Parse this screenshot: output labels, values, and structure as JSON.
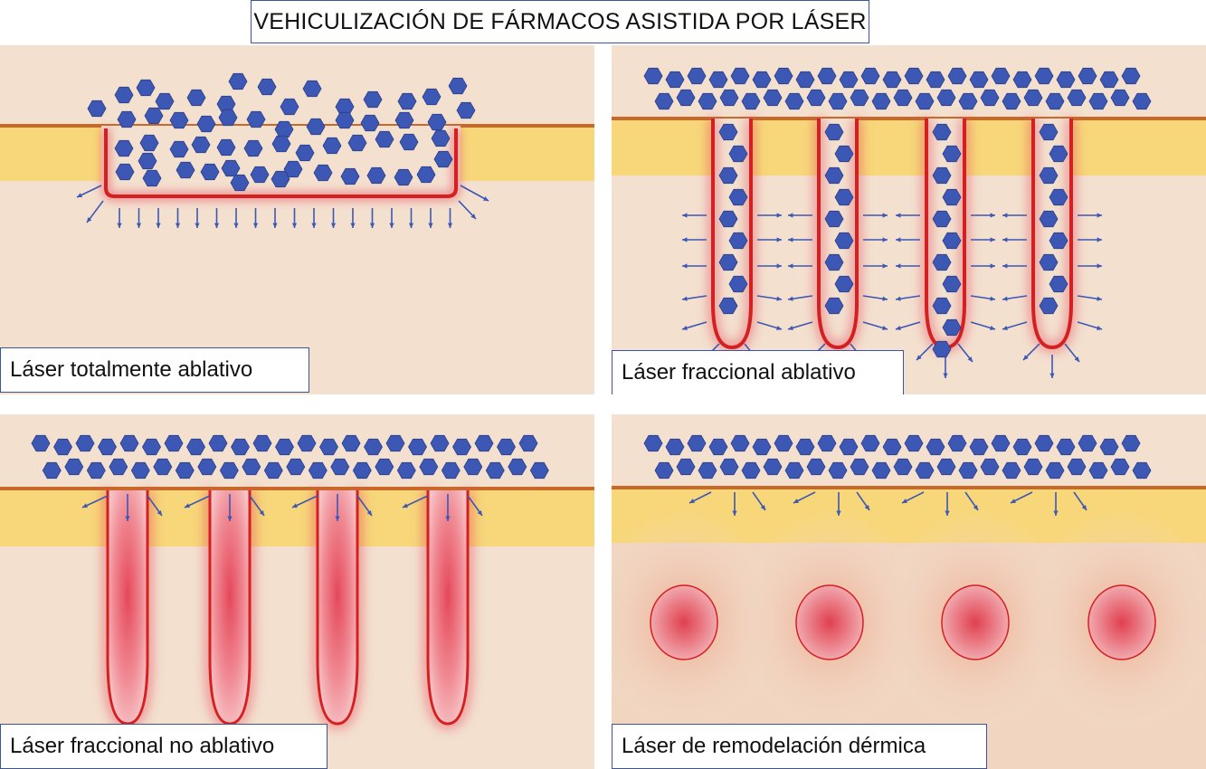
{
  "title": "VEHICULIZACIÓN DE FÁRMACOS ASISTIDA POR LÁSER",
  "panels": [
    {
      "label": "Láser totalmente ablativo"
    },
    {
      "label": "Láser fraccional ablativo"
    },
    {
      "label": "Láser fraccional no ablativo"
    },
    {
      "label": "Láser de remodelación dérmica"
    }
  ],
  "colors": {
    "background": "#f3e0cf",
    "epidermis": "#f7d77a",
    "surface_line": "#c8692a",
    "drug_molecule": "#3d57b4",
    "ablation_edge": "#d42020",
    "thermal_zone": "#e5485a"
  }
}
